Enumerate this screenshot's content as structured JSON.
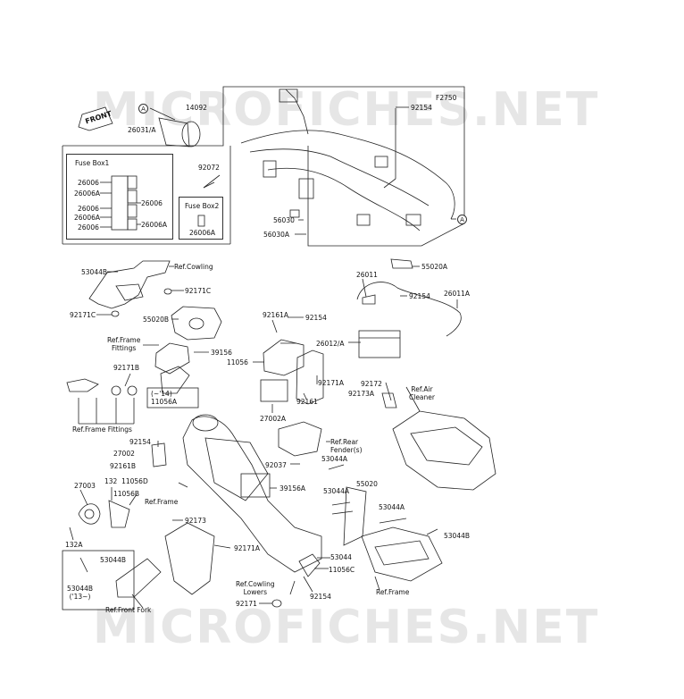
{
  "watermark": {
    "top": "MICROFICHES.NET",
    "bottom": "MICROFICHES.NET"
  },
  "front_arrow": "FRONT",
  "ref_circle_a": "A",
  "figure_code": "F2750",
  "fuse_box1": {
    "title": "Fuse Box1",
    "left_parts": [
      "26006",
      "26006A",
      "26006",
      "26006A",
      "26006"
    ],
    "right_parts": [
      "26006",
      "26006A"
    ]
  },
  "fuse_box2": {
    "title": "Fuse Box2",
    "part": "26006A"
  },
  "labels": {
    "p14092": "14092",
    "p26031a": "26031/A",
    "p92072": "92072",
    "p92154_top": "92154",
    "p56030": "56030",
    "p56030a": "56030A",
    "p53044b_top": "53044B",
    "ref_cowling": "Ref.Cowling",
    "p92171c_r": "92171C",
    "p92171c_l": "92171C",
    "p55020b": "55020B",
    "ref_frame_fittings_1": "Ref.Frame\nFittings",
    "p39156": "39156",
    "p92171b": "92171B",
    "ref_frame_fittings_2": "Ref.Frame Fittings",
    "p11056a_box": "(~'14)\n11056A",
    "p92161a": "92161A",
    "p92154_mid": "92154",
    "p11056": "11056",
    "p92171a_mid": "92171A",
    "p92161": "92161",
    "p27002a": "27002A",
    "p55020a": "55020A",
    "p26011": "26011",
    "p92154_bat": "92154",
    "p26011a": "26011A",
    "p26012a": "26012/A",
    "p92172": "92172",
    "p92173a": "92173A",
    "ref_air_cleaner": "Ref.Air\nCleaner",
    "ref_rear_fender": "Ref.Rear\nFender(s)",
    "p53044a_1": "53044A",
    "p92154_low": "92154",
    "p27002": "27002",
    "p92161b": "92161B",
    "p132_11056d": "132  11056D",
    "p92037": "92037",
    "p39156a": "39156A",
    "p53044a_2": "53044A",
    "p55020": "55020",
    "p27003": "27003",
    "p11056b": "11056B",
    "ref_frame": "Ref.Frame",
    "p92173": "92173",
    "p53044a_3": "53044A",
    "p53044b_r": "53044B",
    "p132a": "132A",
    "p53044b_box": "53044B",
    "p53044b_13": "53044B\n('13~)",
    "p92171a_low": "92171A",
    "p53044": "53044",
    "p11056c": "11056C",
    "ref_cowling_lowers": "Ref.Cowling\nLowers",
    "p92171": "92171",
    "p92154_bot": "92154",
    "ref_front_fork": "Ref.Front Fork",
    "ref_frame_r": "Ref.Frame"
  }
}
